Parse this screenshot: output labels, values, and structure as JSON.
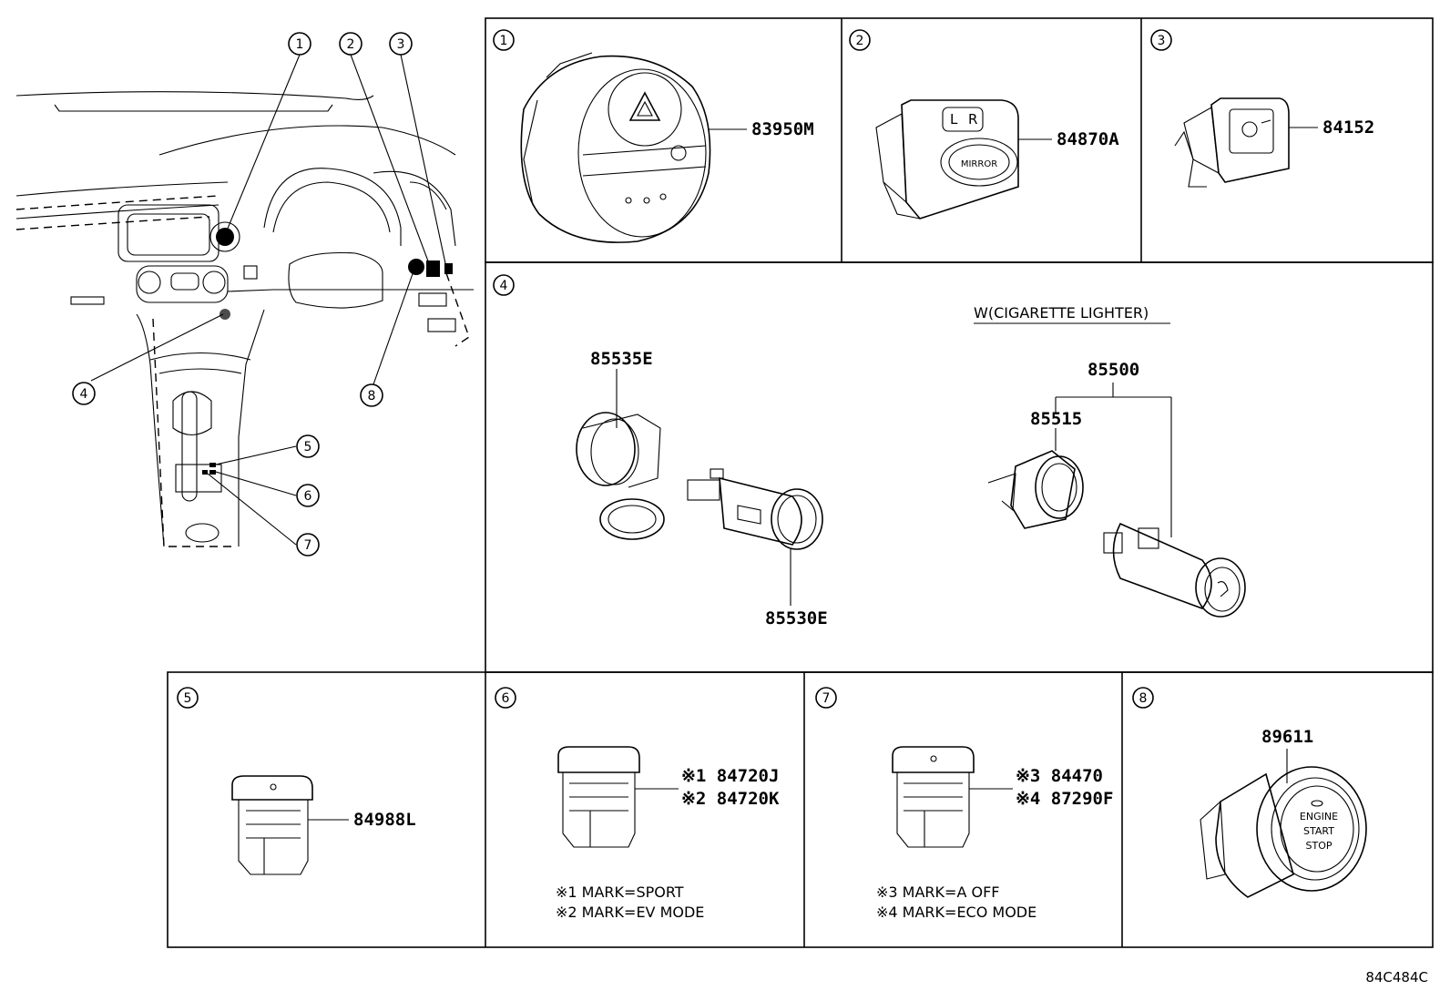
{
  "callouts": [
    "1",
    "2",
    "3",
    "4",
    "5",
    "6",
    "7",
    "8"
  ],
  "panels": {
    "p1": {
      "num": "1",
      "part": "83950M"
    },
    "p2": {
      "num": "2",
      "part": "84870A",
      "switch_label": "MIRROR",
      "l": "L",
      "r": "R"
    },
    "p3": {
      "num": "3",
      "part": "84152"
    },
    "p4": {
      "num": "4",
      "condition": "W(CIGARETTE LIGHTER)",
      "parts": {
        "a": "85535E",
        "b": "85530E",
        "c": "85500",
        "d": "85515"
      }
    },
    "p5": {
      "num": "5",
      "part": "84988L"
    },
    "p6": {
      "num": "6",
      "part1": "※1 84720J",
      "part2": "※2 84720K",
      "note1": "※1 MARK=SPORT",
      "note2": "※2 MARK=EV MODE"
    },
    "p7": {
      "num": "7",
      "part1": "※3 84470",
      "part2": "※4 87290F",
      "note1": "※3 MARK=A OFF",
      "note2": "※4 MARK=ECO MODE"
    },
    "p8": {
      "num": "8",
      "part": "89611",
      "button_text": [
        "ENGINE",
        "START",
        "STOP"
      ]
    }
  },
  "diagram_code": "84C484C"
}
